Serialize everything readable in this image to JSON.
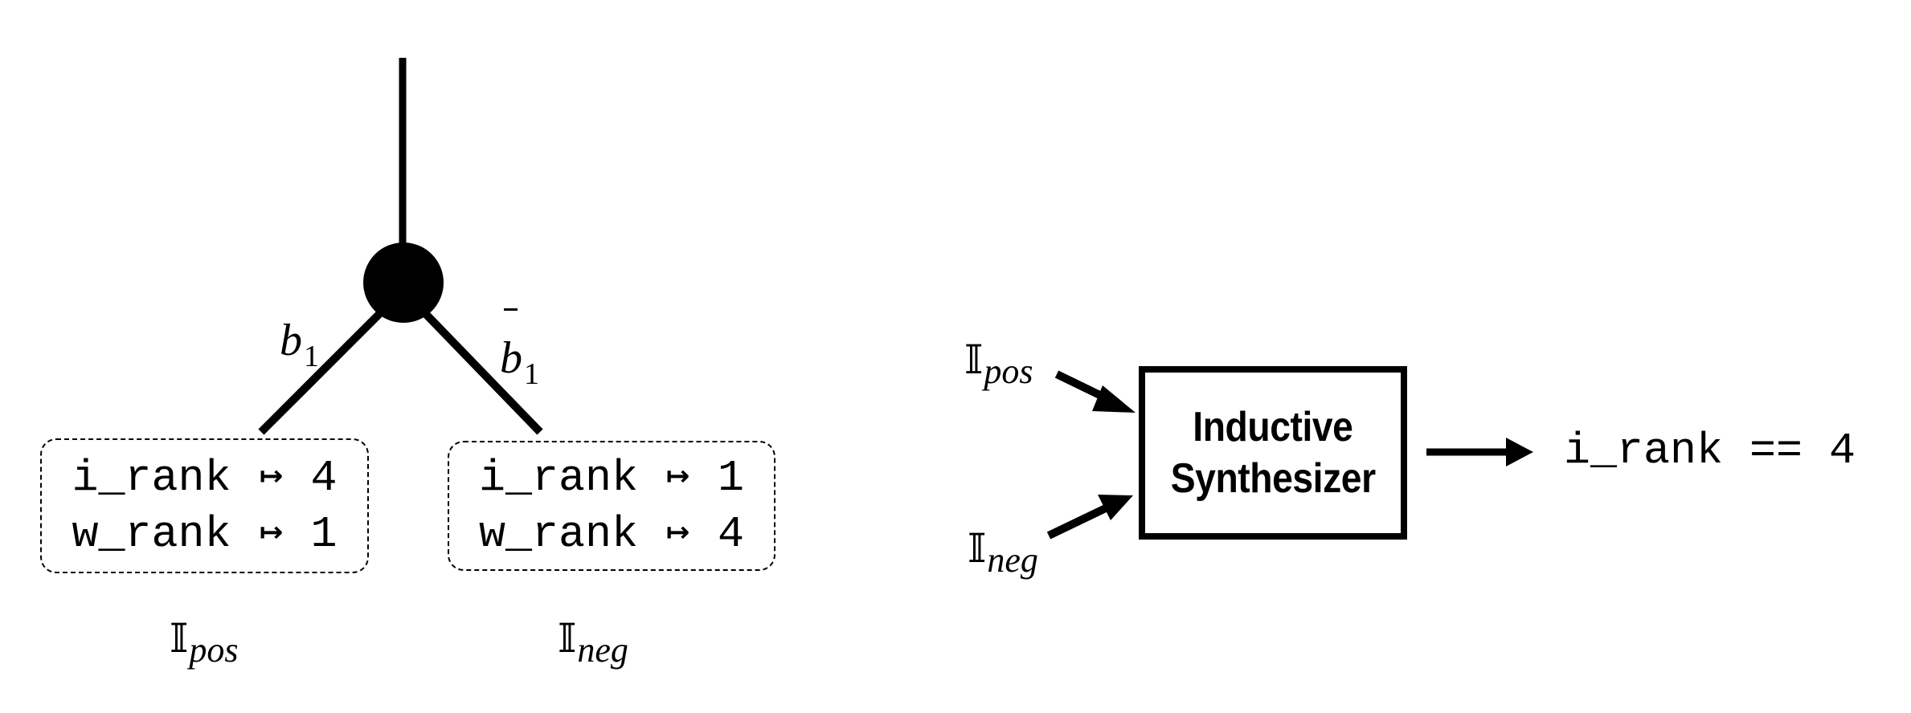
{
  "tree": {
    "branch_labels": {
      "left": {
        "base": "b",
        "subscript": "1",
        "negated": false
      },
      "right": {
        "base": "b",
        "subscript": "1",
        "negated": true
      }
    },
    "positive_box": {
      "lines": [
        {
          "var": "i_rank",
          "maps_to": "↦",
          "value": "4"
        },
        {
          "var": "w_rank",
          "maps_to": "↦",
          "value": "1"
        }
      ],
      "set_label": {
        "symbol": "𝕀",
        "subscript": "pos"
      }
    },
    "negative_box": {
      "lines": [
        {
          "var": "i_rank",
          "maps_to": "↦",
          "value": "1"
        },
        {
          "var": "w_rank",
          "maps_to": "↦",
          "value": "4"
        }
      ],
      "set_label": {
        "symbol": "𝕀",
        "subscript": "neg"
      }
    }
  },
  "synthesizer": {
    "inputs": [
      {
        "symbol": "𝕀",
        "subscript": "pos"
      },
      {
        "symbol": "𝕀",
        "subscript": "neg"
      }
    ],
    "title_line1": "Inductive",
    "title_line2": "Synthesizer",
    "output": "i_rank == 4"
  },
  "colors": {
    "ink": "#000000",
    "background": "#ffffff"
  }
}
